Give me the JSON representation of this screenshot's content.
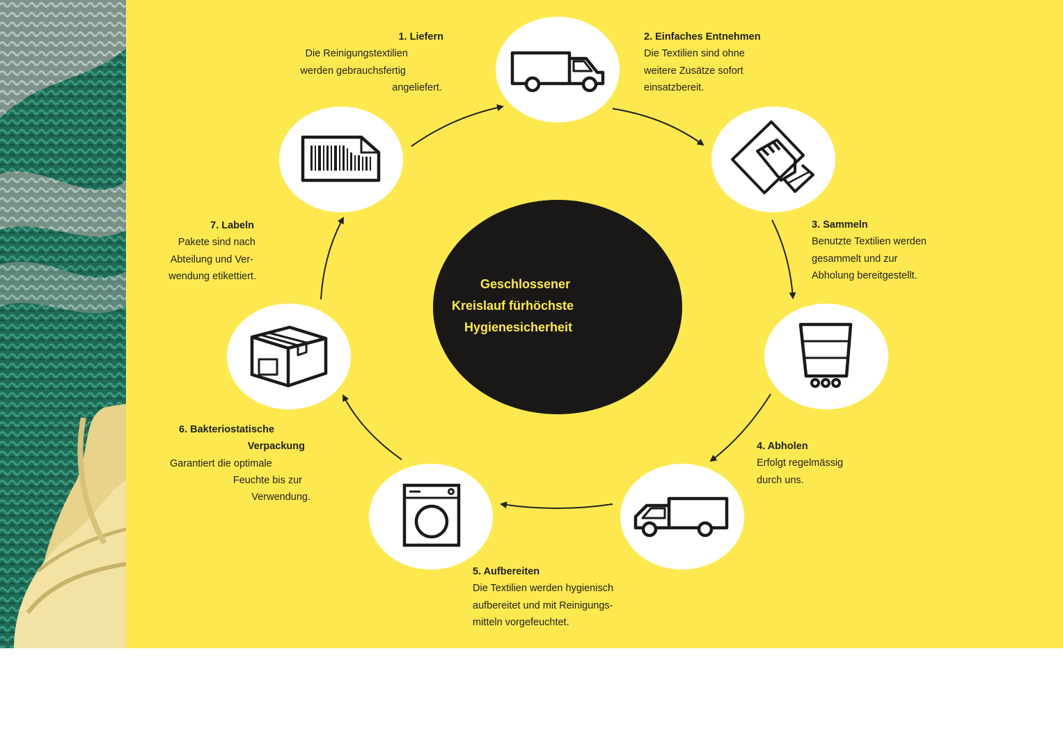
{
  "center_title": [
    "Geschlossener",
    "Kreislauf fürhöchste",
    "Hygienesicherheit"
  ],
  "steps": [
    {
      "title": "1. Liefern",
      "text": [
        "Die Reinigungstextilien",
        "werden gebrauchsfertig",
        "angeliefert."
      ],
      "icon": "barcode-label-icon"
    },
    {
      "title": "2. Einfaches Entnehmen",
      "text": [
        "Die Textilien sind ohne",
        "weitere Zusätze sofort",
        "einsatzbereit."
      ],
      "icon": "delivery-truck-icon"
    },
    {
      "title": "3. Sammeln",
      "text": [
        "Benutzte Textilien werden",
        "gesammelt und zur",
        "Abholung bereitgestellt."
      ],
      "icon": "hand-wiping-cloth-icon"
    },
    {
      "title": "4. Abholen",
      "text": [
        "Erfolgt regelmässig",
        "durch uns."
      ],
      "icon": "laundry-cart-icon"
    },
    {
      "title": "5. Aufbereiten",
      "text": [
        "Die Textilien werden hygienisch",
        "aufbereitet und mit Reinigungs-",
        "mitteln vorgefeuchtet."
      ],
      "icon": "van-icon"
    },
    {
      "title": "6. Bakteriostatische",
      "title2": "Verpackung",
      "text": [
        "Garantiert die optimale",
        "Feuchte bis zur",
        "Verwendung."
      ],
      "icon": "washing-machine-icon"
    },
    {
      "title": "7. Labeln",
      "text": [
        "Pakete sind nach",
        "Abteilung und Ver-",
        "wendung etikettiert."
      ],
      "icon": "parcel-box-icon"
    }
  ],
  "colors": {
    "panel": "#fde94f",
    "center": "#1a1817",
    "center_text": "#fde94f",
    "text": "#222222"
  }
}
